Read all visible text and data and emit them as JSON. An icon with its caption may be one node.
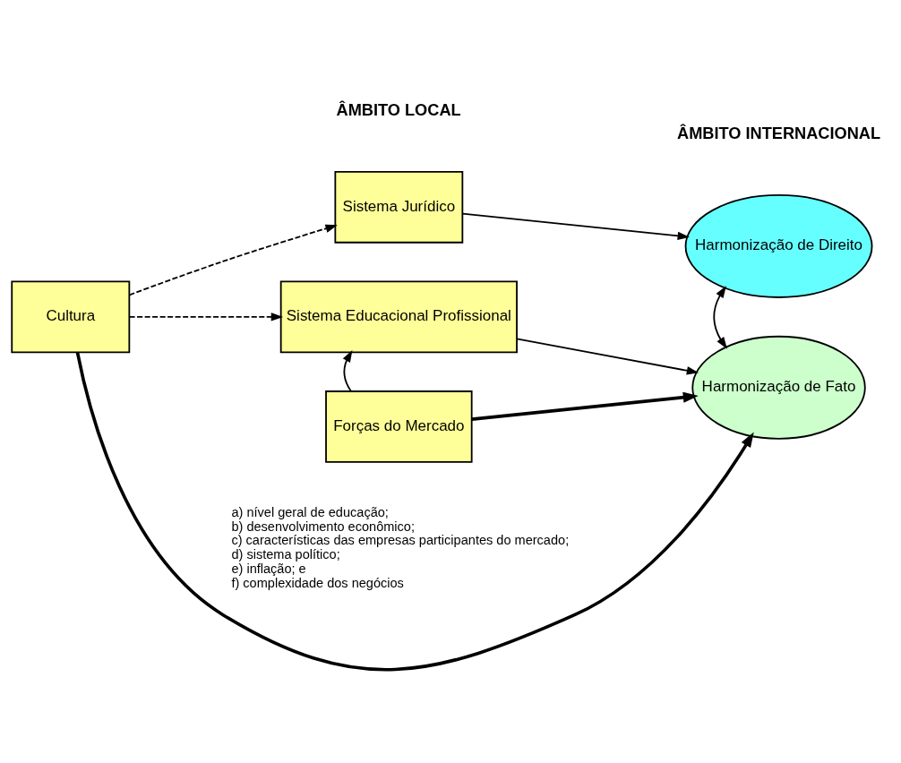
{
  "diagram": {
    "nodes": [
      {
        "text": [
          "Cultura"
        ]
      },
      {
        "text": [
          "Sistema Jurídico"
        ]
      },
      {
        "text": [
          "Sistema Educacional Profissional"
        ]
      },
      {
        "text": [
          "Forças do Mercado"
        ],
        "beside": [
          "a) nível geral de educação;",
          "b) desenvolvimento econômico;",
          "c) características das empresas participantes do mercado;",
          "d) sistema político;",
          "e) inflação; e",
          "f) complexidade dos negócios"
        ]
      },
      {
        "text": [
          "Harmonização de Direito"
        ]
      },
      {
        "text": [
          "Harmonização de Fato"
        ]
      }
    ],
    "edges": [
      {
        "from": 0,
        "to": 1,
        "arrow": "to",
        "style": "dashed"
      },
      {
        "from": 0,
        "to": 2,
        "arrow": "to",
        "style": "dashed"
      },
      {
        "from": 1,
        "to": 4,
        "arrow": "to"
      },
      {
        "from": 2,
        "to": 5,
        "arrow": "to"
      },
      {
        "from": 3,
        "to": 2,
        "arrow": "to"
      },
      {
        "from": 3,
        "to": 5,
        "arrow": "to",
        "style": "thick"
      },
      {
        "from": 4,
        "to": 5,
        "arrow": "both"
      },
      {
        "from": 0,
        "to": 5,
        "arrow": "to",
        "style": "thick"
      }
    ],
    "labels": [
      "ÂMBITO LOCAL",
      "ÂMBITO INTERNACIONAL"
    ]
  }
}
